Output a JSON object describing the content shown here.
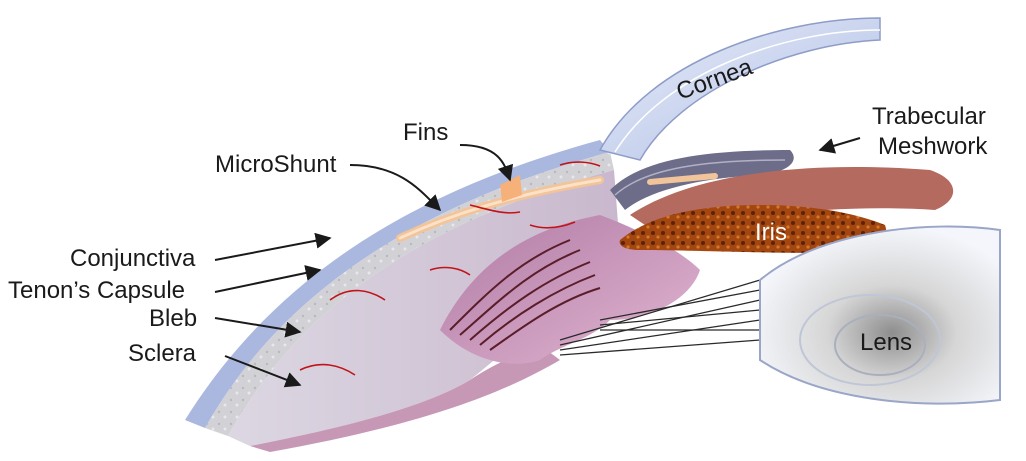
{
  "labels": {
    "cornea": "Cornea",
    "trabecular_line1": "Trabecular",
    "trabecular_line2": "Meshwork",
    "fins": "Fins",
    "microshunt": "MicroShunt",
    "iris": "Iris",
    "conjunctiva": "Conjunctiva",
    "tenons_capsule": "Tenon’s Capsule",
    "bleb": "Bleb",
    "sclera": "Sclera",
    "lens": "Lens"
  },
  "colors": {
    "conjunctiva": "#aab8e0",
    "cornea": "#c7d3ef",
    "tenon": "#dcdcdc",
    "sclera": "#c9c2c9",
    "ciliary": "#c898b8",
    "iris_dark": "#8a3a10",
    "iris_pink": "#b46a5e",
    "trabecular": "#6d6d8a",
    "shunt": "#f2c49a",
    "vessel": "#c0141a",
    "lens_outer": "#d6ddef",
    "lens_inner": "#9a9a9a"
  }
}
